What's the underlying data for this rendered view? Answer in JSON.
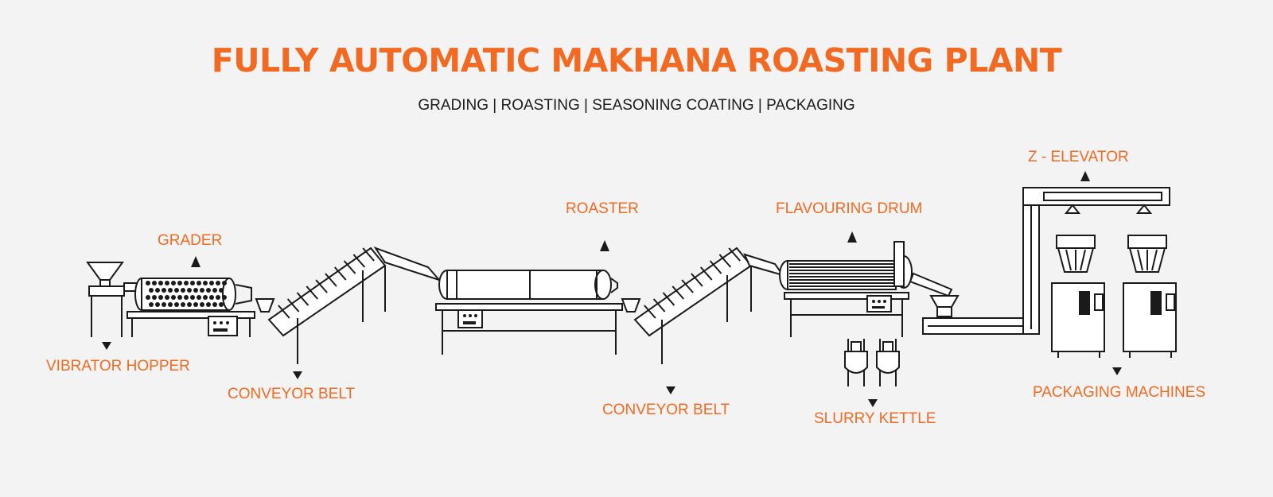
{
  "title": "FULLY AUTOMATIC MAKHANA ROASTING PLANT",
  "subtitle": "GRADING | ROASTING | SEASONING COATING | PACKAGING",
  "colors": {
    "accent": "#f26a21",
    "ink": "#1a1a1a",
    "background": "#f3f3f3"
  },
  "labels": {
    "grader": "GRADER",
    "vibrator_hopper": "VIBRATOR HOPPER",
    "conveyor_belt_1": "CONVEYOR BELT",
    "roaster": "ROASTER",
    "conveyor_belt_2": "CONVEYOR BELT",
    "flavouring_drum": "FLAVOURING DRUM",
    "slurry_kettle": "SLURRY KETTLE",
    "z_elevator": "Z - ELEVATOR",
    "packaging_machines": "PACKAGING MACHINES"
  }
}
